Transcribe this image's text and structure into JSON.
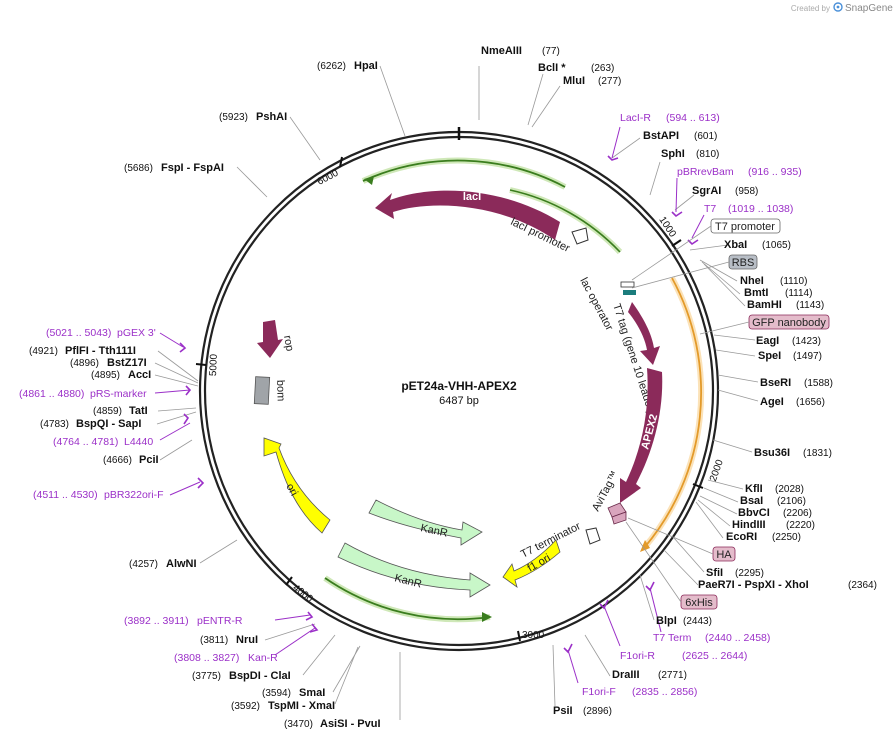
{
  "brand": {
    "created_by": "Created by",
    "logo_text": "SnapGene"
  },
  "plasmid": {
    "name": "pET24a-VHH-APEX2",
    "size_label": "6487 bp"
  },
  "ticks": [
    "1000",
    "2000",
    "3000",
    "4000",
    "5000",
    "6000"
  ],
  "sites": [
    {
      "name": "NmeAIII",
      "pos": "(77)"
    },
    {
      "name": "BclI *",
      "pos": "(263)"
    },
    {
      "name": "MluI",
      "pos": "(277)"
    },
    {
      "name": "BstAPI",
      "pos": "(601)"
    },
    {
      "name": "SphI",
      "pos": "(810)"
    },
    {
      "name": "SgrAI",
      "pos": "(958)"
    },
    {
      "name": "XbaI",
      "pos": "(1065)"
    },
    {
      "name": "NheI",
      "pos": "(1110)"
    },
    {
      "name": "BmtI",
      "pos": "(1114)"
    },
    {
      "name": "BamHI",
      "pos": "(1143)"
    },
    {
      "name": "EagI",
      "pos": "(1423)"
    },
    {
      "name": "SpeI",
      "pos": "(1497)"
    },
    {
      "name": "BseRI",
      "pos": "(1588)"
    },
    {
      "name": "AgeI",
      "pos": "(1656)"
    },
    {
      "name": "Bsu36I",
      "pos": "(1831)"
    },
    {
      "name": "KflI",
      "pos": "(2028)"
    },
    {
      "name": "BsaI",
      "pos": "(2106)"
    },
    {
      "name": "BbvCI",
      "pos": "(2206)"
    },
    {
      "name": "HindIII",
      "pos": "(2220)"
    },
    {
      "name": "EcoRI",
      "pos": "(2250)"
    },
    {
      "name": "SfiI",
      "pos": "(2295)"
    },
    {
      "name": "PaeR7I - PspXI - XhoI",
      "pos": "(2364)"
    },
    {
      "name": "BlpI",
      "pos": "(2443)"
    },
    {
      "name": "DraIII",
      "pos": "(2771)"
    },
    {
      "name": "PsiI",
      "pos": "(2896)"
    },
    {
      "name": "AsiSI - PvuI",
      "pos": "(3470)"
    },
    {
      "name": "TspMI - XmaI",
      "pos": "(3592)"
    },
    {
      "name": "SmaI",
      "pos": "(3594)"
    },
    {
      "name": "BspDI - ClaI",
      "pos": "(3775)"
    },
    {
      "name": "NruI",
      "pos": "(3811)"
    },
    {
      "name": "AlwNI",
      "pos": "(4257)"
    },
    {
      "name": "PciI",
      "pos": "(4666)"
    },
    {
      "name": "BspQI - SapI",
      "pos": "(4783)"
    },
    {
      "name": "TatI",
      "pos": "(4859)"
    },
    {
      "name": "AccI",
      "pos": "(4895)"
    },
    {
      "name": "BstZ17I",
      "pos": "(4896)"
    },
    {
      "name": "PflFI - Tth111I",
      "pos": "(4921)"
    },
    {
      "name": "FspI - FspAI",
      "pos": "(5686)"
    },
    {
      "name": "PshAI",
      "pos": "(5923)"
    },
    {
      "name": "HpaI",
      "pos": "(6262)"
    }
  ],
  "primers": [
    {
      "name": "LacI-R",
      "range": "(594 .. 613)"
    },
    {
      "name": "pBRrevBam",
      "range": "(916 .. 935)"
    },
    {
      "name": "T7",
      "range": "(1019 .. 1038)"
    },
    {
      "name": "T7 Term",
      "range": "(2440 .. 2458)"
    },
    {
      "name": "F1ori-R",
      "range": "(2625 .. 2644)"
    },
    {
      "name": "F1ori-F",
      "range": "(2835 .. 2856)"
    },
    {
      "name": "pENTR-R",
      "range": "(3892 .. 3911)"
    },
    {
      "name": "Kan-R",
      "range": "(3808 .. 3827)"
    },
    {
      "name": "pBR322ori-F",
      "range": "(4511 .. 4530)"
    },
    {
      "name": "L4440",
      "range": "(4764 .. 4781)"
    },
    {
      "name": "pRS-marker",
      "range": "(4861 .. 4880)"
    },
    {
      "name": "pGEX 3'",
      "range": "(5021 .. 5043)"
    }
  ],
  "boxed_features": [
    "T7 promoter",
    "RBS",
    "GFP nanobody",
    "HA",
    "6xHis"
  ],
  "features": {
    "lacI": "lacI",
    "lacI_promoter": "lacI promoter",
    "lac_operator": "lac operator",
    "t7_tag": "T7 tag (gene 10 leader)",
    "apex2": "APEX2",
    "avitag": "AviTag™",
    "t7_terminator": "T7 terminator",
    "f1_ori": "f1 ori",
    "kanr_1": "KanR",
    "kanr_2": "KanR",
    "ori": "ori",
    "rop": "rop",
    "bom": "bom"
  },
  "colors": {
    "backbone": "#222222",
    "lacI": "#8b2a5a",
    "apex2": "#8b2a5a",
    "kanr": "#c8f7c8",
    "ori": "#ffff00",
    "f1_ori": "#ffff00",
    "bom": "#a0a4a8",
    "primer": "#9b30c8",
    "promoter_line": "#3a7d1e",
    "orf_line": "#e39a2a",
    "boxed_bg": "#e4bccb"
  }
}
